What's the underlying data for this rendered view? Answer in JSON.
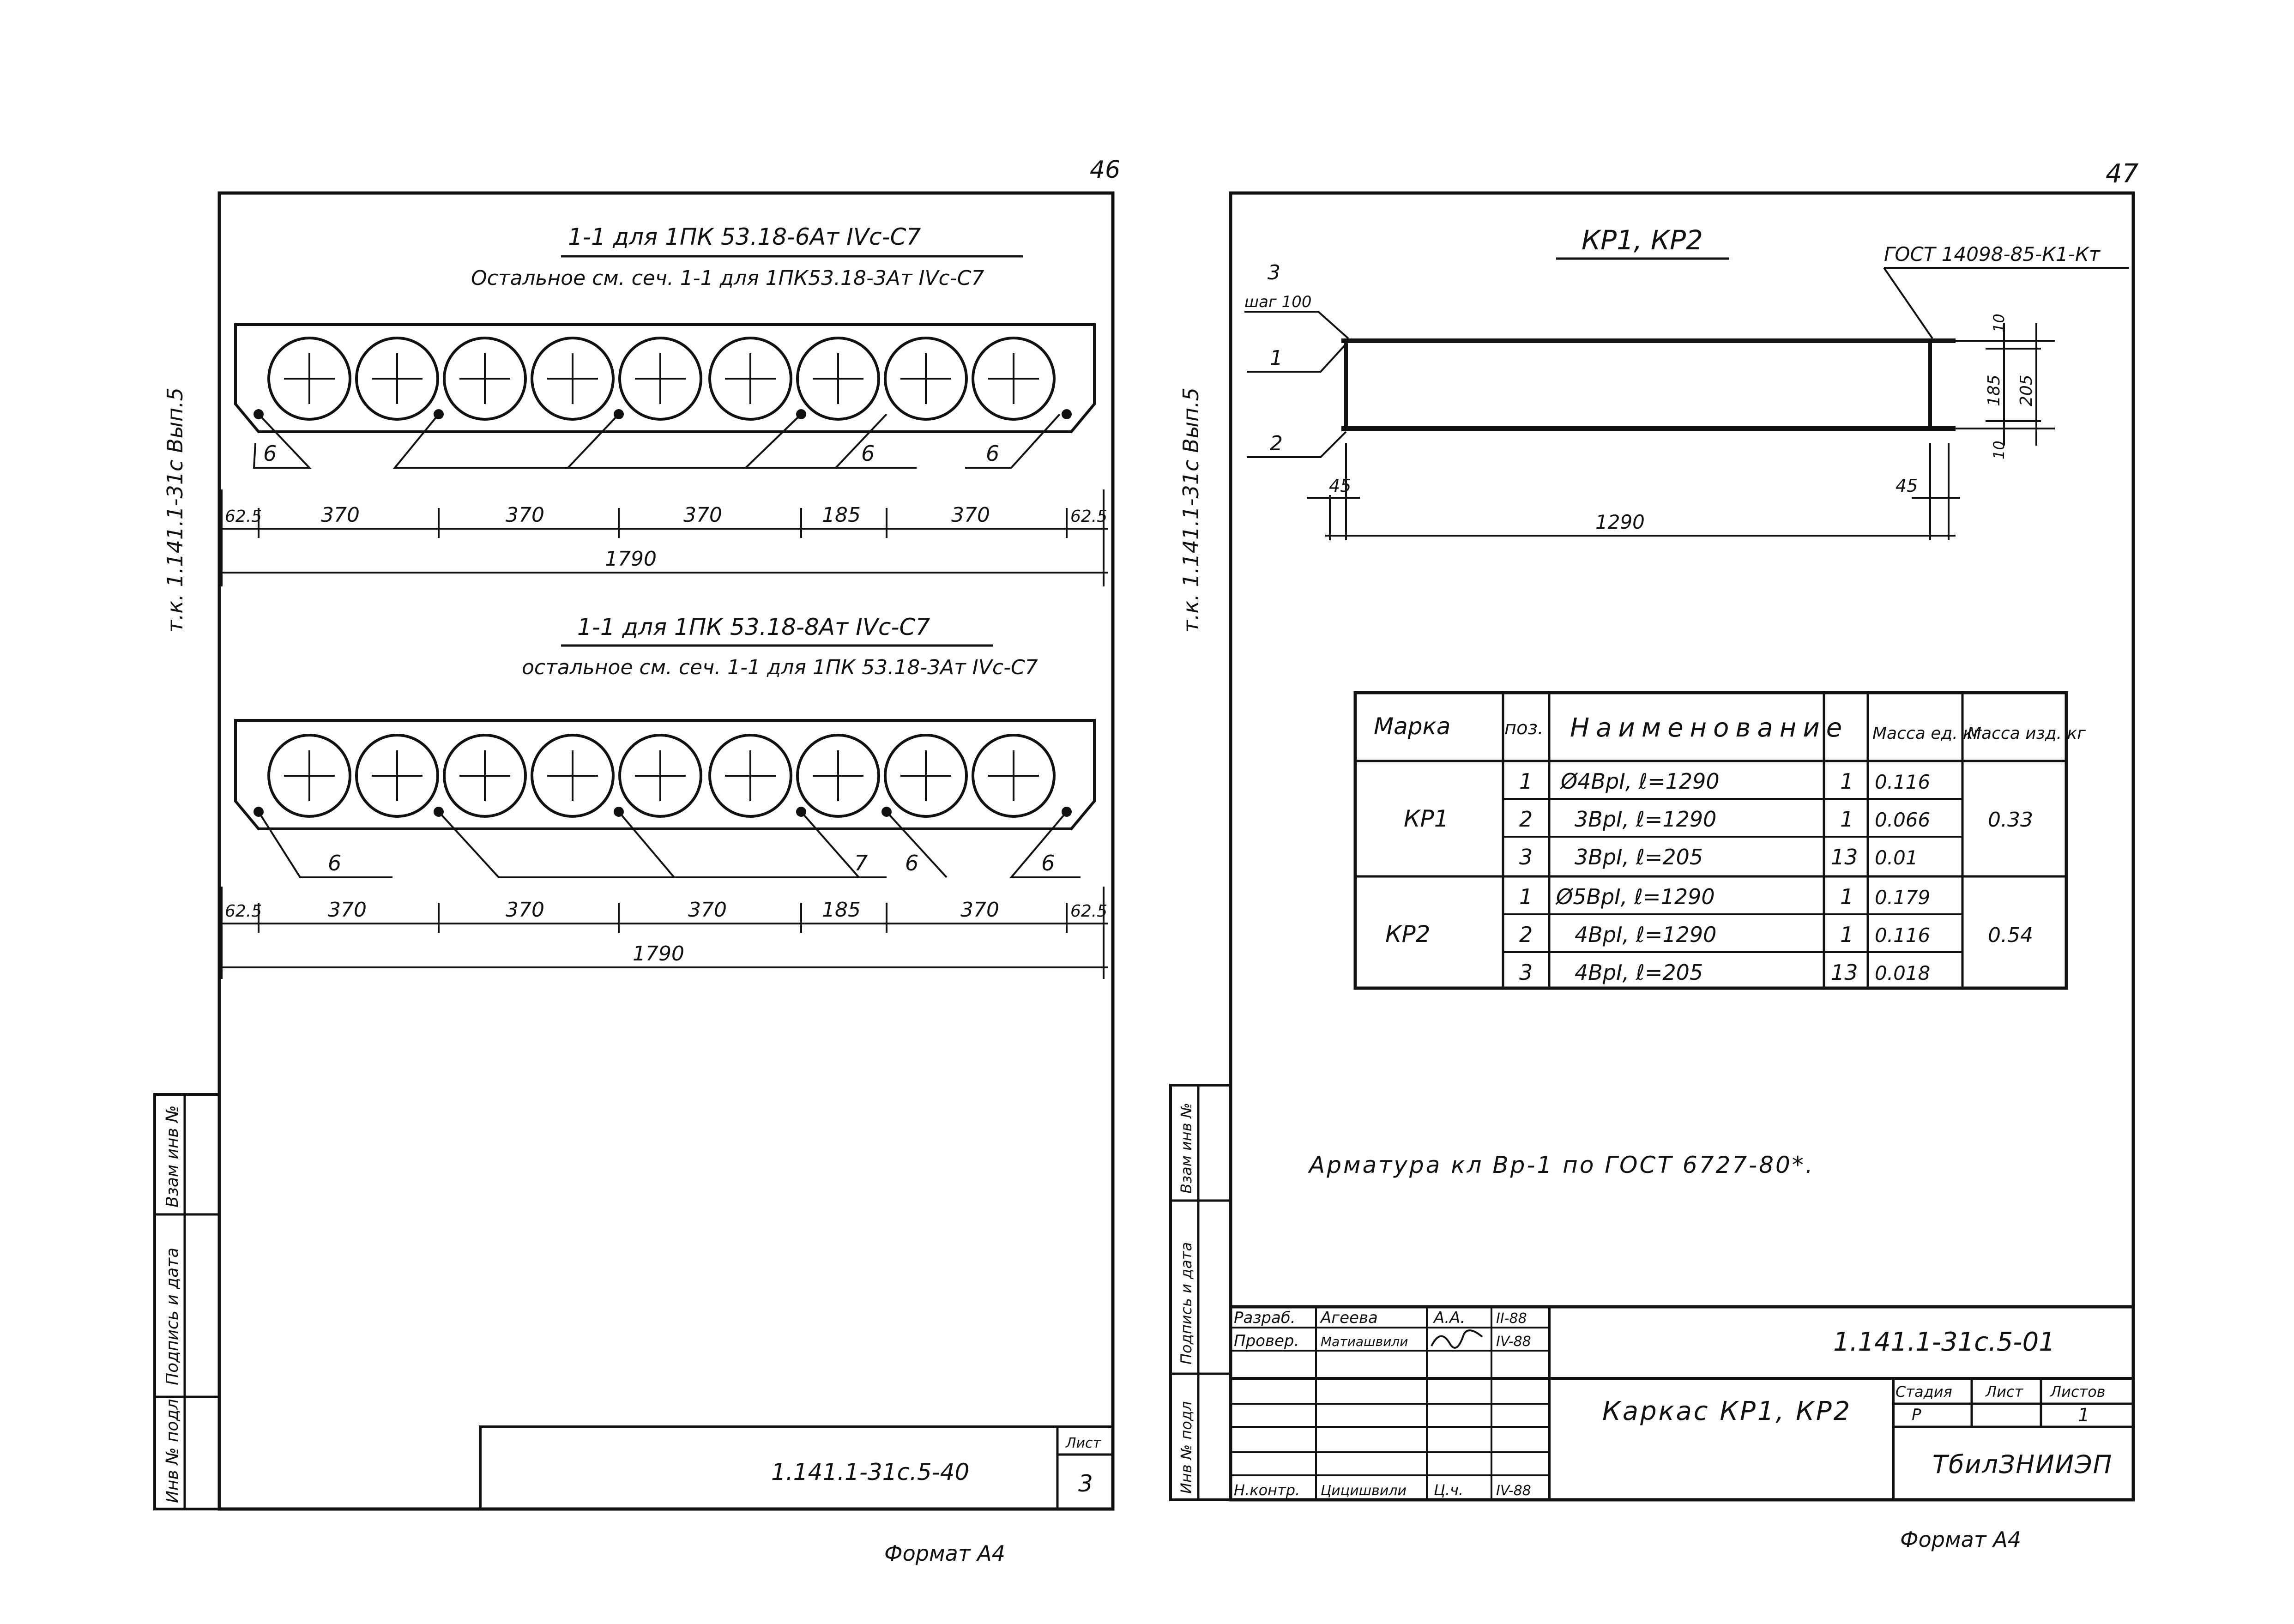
{
  "page46": {
    "number": "46",
    "side_code": "т.к. 1.141.1-31с  Вып.5",
    "section1": {
      "title": "1-1 для 1ПК 53.18-6Ат IVс-С7",
      "subtitle": "Остальное см. сеч. 1-1 для 1ПК53.18-3Ат IVс-С7",
      "callouts": [
        "6",
        "6",
        "6"
      ],
      "dims": [
        "62.5",
        "370",
        "370",
        "370",
        "185",
        "370",
        "62.5"
      ],
      "total": "1790"
    },
    "section2": {
      "title": "1-1 для 1ПК 53.18-8Ат IVс-С7",
      "subtitle": "остальное см. сеч. 1-1 для 1ПК 53.18-3Ат IVс-С7",
      "callouts": [
        "6",
        "7",
        "6",
        "6"
      ],
      "dims": [
        "62.5",
        "370",
        "370",
        "370",
        "185",
        "370",
        "62.5"
      ],
      "total": "1790"
    },
    "side_stamp": [
      "Инв № подл",
      "Подпись и дата",
      "Взам инв №"
    ],
    "stamp": {
      "code": "1.141.1-31с.5-40",
      "sheet_label": "Лист",
      "sheet": "3"
    },
    "format": "Формат А4"
  },
  "page47": {
    "number": "47",
    "side_code": "т.к. 1.141.1-31с  Вып.5",
    "drawing": {
      "title": "КР1, КР2",
      "gost": "ГОСТ 14098-85-К1-Кт",
      "pos3": "3",
      "step": "шаг 100",
      "pos1": "1",
      "pos2": "2",
      "dim_left": "45",
      "dim_right": "45",
      "dim_length": "1290",
      "dim_top": "10",
      "dim_mid": "185",
      "dim_bottom": "10",
      "dim_total": "205"
    },
    "table": {
      "headers": [
        "Марка",
        "поз.",
        "Наименование",
        "",
        "Масса ед. кг",
        "Масса изд. кг"
      ],
      "groups": [
        {
          "mark": "КР1",
          "total_mass": "0.33",
          "rows": [
            {
              "pos": "1",
              "name": "Ø4ВрI, ℓ=1290",
              "qty": "1",
              "mass": "0.116"
            },
            {
              "pos": "2",
              "name": "3ВрI, ℓ=1290",
              "qty": "1",
              "mass": "0.066"
            },
            {
              "pos": "3",
              "name": "3ВрI, ℓ=205",
              "qty": "13",
              "mass": "0.01"
            }
          ]
        },
        {
          "mark": "КР2",
          "total_mass": "0.54",
          "rows": [
            {
              "pos": "1",
              "name": "Ø5ВрI, ℓ=1290",
              "qty": "1",
              "mass": "0.179"
            },
            {
              "pos": "2",
              "name": "4ВрI, ℓ=1290",
              "qty": "1",
              "mass": "0.116"
            },
            {
              "pos": "3",
              "name": "4ВрI, ℓ=205",
              "qty": "13",
              "mass": "0.018"
            }
          ]
        }
      ]
    },
    "note": "Арматура кл Вр-1 по ГОСТ 6727-80*.",
    "side_stamp": [
      "Инв № подл",
      "Подпись и дата",
      "Взам инв №"
    ],
    "stamp": {
      "rows": [
        {
          "role": "Разраб.",
          "name": "Агеева",
          "sign": "А.А.",
          "date": "II-88"
        },
        {
          "role": "Провер.",
          "name": "Матиашвили",
          "sign": "",
          "date": "IV-88"
        },
        {
          "role": "Н.контр.",
          "name": "Цицишвили",
          "sign": "Ц.ч.",
          "date": "IV-88"
        }
      ],
      "code": "1.141.1-31с.5-01",
      "title": "Каркас КР1, КР2",
      "stage_label": "Стадия",
      "stage": "Р",
      "sheet_label": "Лист",
      "sheet": "",
      "sheets_label": "Листов",
      "sheets": "1",
      "org": "ТбилЗНИИЭП"
    },
    "format": "Формат А4"
  }
}
